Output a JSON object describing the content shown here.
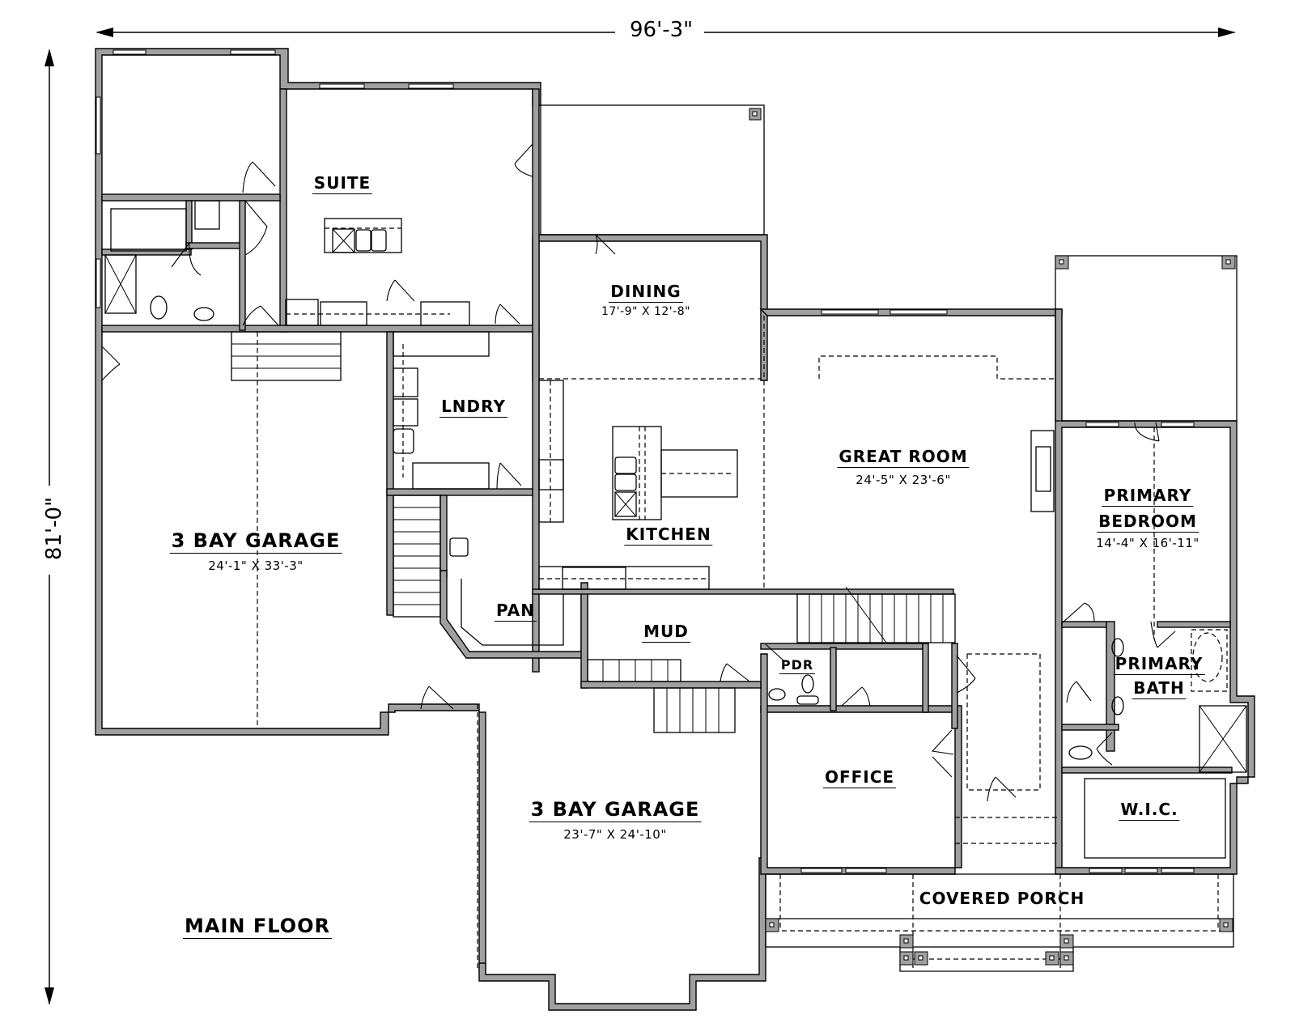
{
  "plan": {
    "title": "MAIN FLOOR",
    "overall_width": "96'-3\"",
    "overall_depth": "81'-0\"",
    "rooms": [
      {
        "id": "suite",
        "name": "SUITE",
        "dims": ""
      },
      {
        "id": "dining",
        "name": "DINING",
        "dims": "17'-9\" X 12'-8\""
      },
      {
        "id": "lndry",
        "name": "LNDRY",
        "dims": ""
      },
      {
        "id": "kitchen",
        "name": "KITCHEN",
        "dims": ""
      },
      {
        "id": "great_room",
        "name": "GREAT ROOM",
        "dims": "24'-5\" X 23'-6\""
      },
      {
        "id": "primary_bedroom",
        "name": "PRIMARY BEDROOM",
        "name_line1": "PRIMARY",
        "name_line2": "BEDROOM",
        "dims": "14'-4\" X 16'-11\""
      },
      {
        "id": "garage_1",
        "name": "3 BAY GARAGE",
        "dims": "24'-1\" X 33'-3\""
      },
      {
        "id": "pan",
        "name": "PAN",
        "dims": ""
      },
      {
        "id": "mud",
        "name": "MUD",
        "dims": ""
      },
      {
        "id": "pdr",
        "name": "PDR",
        "dims": ""
      },
      {
        "id": "primary_bath",
        "name": "PRIMARY BATH",
        "name_line1": "PRIMARY",
        "name_line2": "BATH",
        "dims": ""
      },
      {
        "id": "office",
        "name": "OFFICE",
        "dims": ""
      },
      {
        "id": "garage_2",
        "name": "3 BAY GARAGE",
        "dims": "23'-7\" X 24'-10\""
      },
      {
        "id": "wic",
        "name": "W.I.C.",
        "dims": ""
      },
      {
        "id": "covered_porch",
        "name": "COVERED PORCH",
        "dims": ""
      }
    ]
  },
  "colors": {
    "wall_fill": "#a0a0a0",
    "line": "#000000",
    "background": "#ffffff"
  }
}
